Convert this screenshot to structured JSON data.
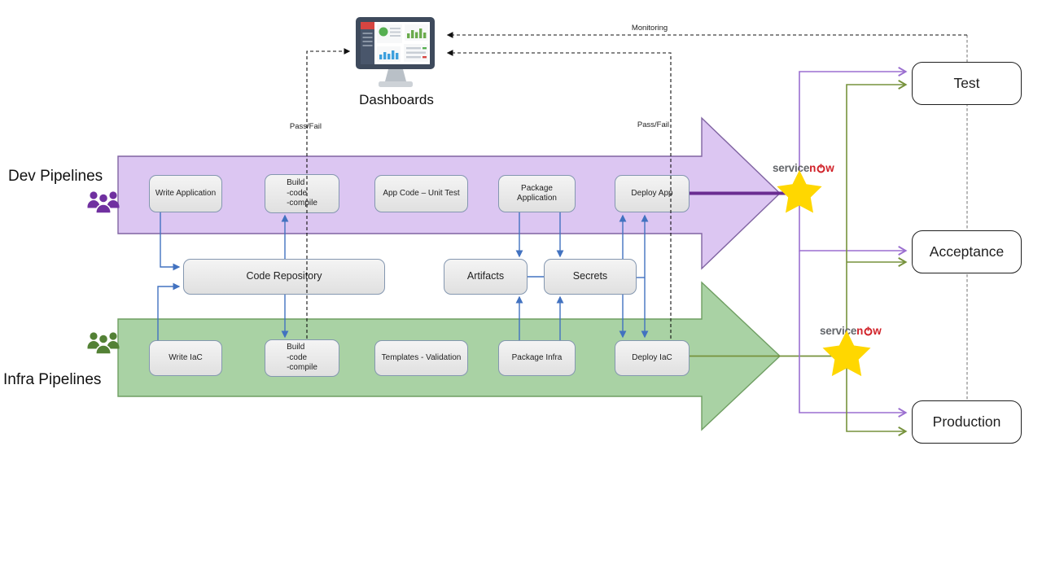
{
  "labels": {
    "dashboards": "Dashboards",
    "monitoring": "Monitoring",
    "pass_fail_1": "Pass/Fail",
    "pass_fail_2": "Pass/Fail"
  },
  "pipelines": {
    "dev": {
      "label": "Dev Pipelines",
      "stages": [
        "Write Application",
        "Build\n-code\n-compile",
        "App Code – Unit Test",
        "Package Application",
        "Deploy App"
      ]
    },
    "infra": {
      "label": "Infra Pipelines",
      "stages": [
        "Write IaC",
        "Build\n-code\n-compile",
        "Templates - Validation",
        "Package Infra",
        "Deploy IaC"
      ]
    }
  },
  "shared": {
    "code_repository": "Code Repository",
    "artifacts": "Artifacts",
    "secrets": "Secrets"
  },
  "environments": [
    "Test",
    "Acceptance",
    "Production"
  ],
  "servicenow": {
    "service": "service",
    "n": "n",
    "w": "w"
  },
  "icons": [
    "dashboard-monitor-icon",
    "dev-team-icon",
    "infra-team-icon",
    "star-icon",
    "power-button-icon"
  ],
  "colors": {
    "dev_band_fill": "#dcc6f2",
    "dev_band_stroke": "#8064a2",
    "infra_band_fill": "#a9d2a4",
    "infra_band_stroke": "#6f9e62",
    "connector_blue": "#4272c0",
    "deploy_purple": "#6a2c91",
    "deploy_olive": "#76923c",
    "env_purple": "#9b6fd0",
    "env_green": "#76923c",
    "star_yellow": "#ffd700",
    "logo_gray": "#63666a",
    "logo_red": "#d1232a",
    "box_border": "#8497b0"
  }
}
